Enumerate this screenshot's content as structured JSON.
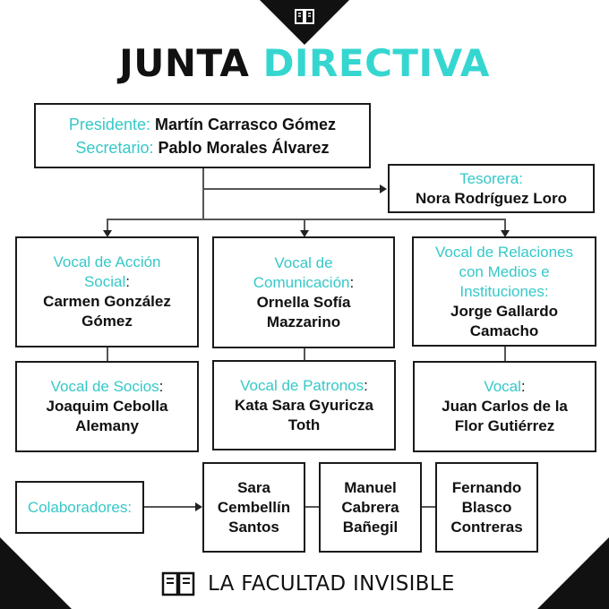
{
  "title": {
    "main": "JUNTA",
    "accent": "DIRECTIVA"
  },
  "colors": {
    "accent": "#36c8c8",
    "dark": "#111111",
    "border": "#1a1a1a"
  },
  "icons": {
    "top": "book-icon",
    "footer": "book-icon"
  },
  "top_box": {
    "presidente_role": "Presidente:",
    "presidente_name": "Martín Carrasco Gómez",
    "secretario_role": "Secretario:",
    "secretario_name": "Pablo Morales Álvarez"
  },
  "tesorera": {
    "role": "Tesorera:",
    "name": "Nora Rodríguez Loro"
  },
  "vocales_row1": [
    {
      "role": "Vocal de Acción Social",
      "role_suffix": ":",
      "name": "Carmen González Gómez"
    },
    {
      "role": "Vocal de Comunicación",
      "role_suffix": ":",
      "name": "Ornella Sofía Mazzarino"
    },
    {
      "role": "Vocal de Relaciones con Medios e Instituciones:",
      "role_suffix": "",
      "name": "Jorge Gallardo Camacho"
    }
  ],
  "vocales_row2": [
    {
      "role": "Vocal de Socios",
      "role_suffix": ":",
      "name": "Joaquim Cebolla Alemany"
    },
    {
      "role": "Vocal de Patronos",
      "role_suffix": ":",
      "name": "Kata Sara Gyuricza Toth"
    },
    {
      "role": "Vocal",
      "role_suffix": ":",
      "name": "Juan Carlos de la Flor Gutiérrez"
    }
  ],
  "colaboradores": {
    "label": "Colaboradores:",
    "members": [
      "Sara Cembellín Santos",
      "Manuel Cabrera Bañegil",
      "Fernando Blasco Contreras"
    ]
  },
  "footer": {
    "text": "LA FACULTAD INVISIBLE"
  }
}
